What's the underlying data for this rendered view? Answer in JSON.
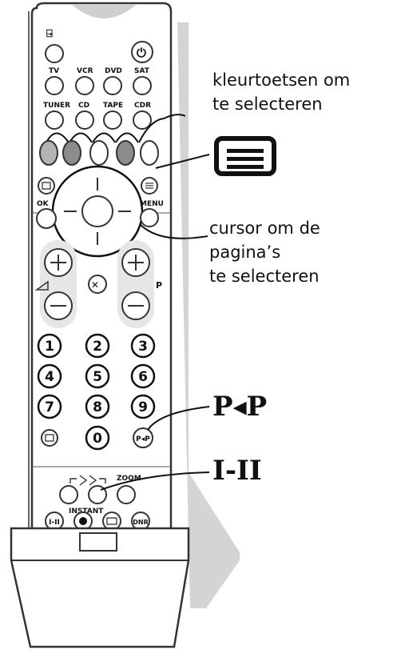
{
  "labels": {
    "top_icon": "⍈",
    "source_row": [
      "TV",
      "VCR",
      "DVD",
      "SAT"
    ],
    "source_row2": [
      "TUNER",
      "CD",
      "TAPE",
      "CDR"
    ],
    "ok": "OK",
    "menu": "MENU",
    "zoom": "ZOOM",
    "instant": "INSTANT",
    "p_label": "P",
    "digits": [
      "1",
      "2",
      "3",
      "4",
      "5",
      "6",
      "7",
      "8",
      "9",
      "0"
    ],
    "pip": "P◂P",
    "i_ii": "I-II",
    "dnr": "DNR"
  },
  "callouts": {
    "colour_keys_line1": "kleurtoetsen om",
    "colour_keys_line2": "te selecteren",
    "cursor_line1": "cursor om de pagina’s",
    "cursor_line2": "te selecteren",
    "pip": "P◂P",
    "i_ii": "I-II"
  },
  "colors": {
    "shadow": "#d4d4d4",
    "remote_outline": "#333333",
    "button_fill": "#ffffff",
    "colour_key_dark": "#8c8c8c",
    "colour_key_mid": "#b4b4b4"
  }
}
